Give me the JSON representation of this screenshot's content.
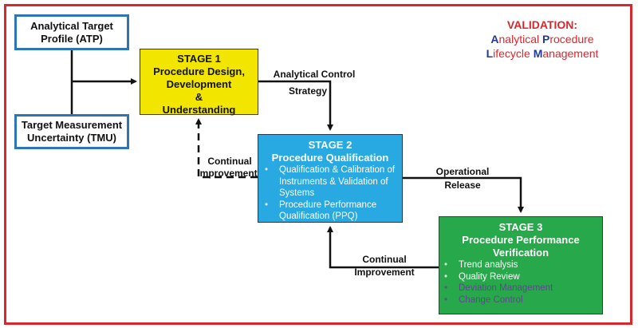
{
  "title": {
    "heading": "VALIDATION:",
    "line1_initial1": "A",
    "line1_rest1": "nalytical ",
    "line1_initial2": "P",
    "line1_rest2": "rocedure",
    "line2_initial1": "L",
    "line2_rest1": "ifecycle ",
    "line2_initial2": "M",
    "line2_rest2": "anagement",
    "colors": {
      "heading": "#d9272e",
      "initials": "#1f3b99",
      "rest": "#d9272e"
    }
  },
  "inputs": {
    "atp": {
      "line1": "Analytical Target",
      "line2": "Profile (ATP)"
    },
    "tmu": {
      "line1": "Target Measurement",
      "line2": "Uncertainty (TMU)"
    }
  },
  "stage1": {
    "title": "STAGE 1",
    "lines": [
      "Procedure Design,",
      "Development",
      "&",
      "Understanding"
    ],
    "color": "#f2e600"
  },
  "stage2": {
    "title": "STAGE 2",
    "subtitle": "Procedure Qualification",
    "bullets": [
      "Qualification  & Calibration of Instruments & Validation of Systems",
      "Procedure Performance Qualification (PPQ)"
    ],
    "color": "#29a9e1"
  },
  "stage3": {
    "title": "STAGE 3",
    "subtitle1": "Procedure Performance",
    "subtitle2": "Verification",
    "bullets": [
      "Trend analysis",
      "Quality Review",
      "Deviation Management",
      "Change Control"
    ],
    "muted_color": "#5b4a8a",
    "color": "#27a84a"
  },
  "labels": {
    "acs1": "Analytical Control",
    "acs2": "Strategy",
    "ci1_1": "Continual",
    "ci1_2": "Improvement",
    "or1": "Operational",
    "or2": "Release",
    "ci2_1": "Continual",
    "ci2_2": "Improvement"
  }
}
